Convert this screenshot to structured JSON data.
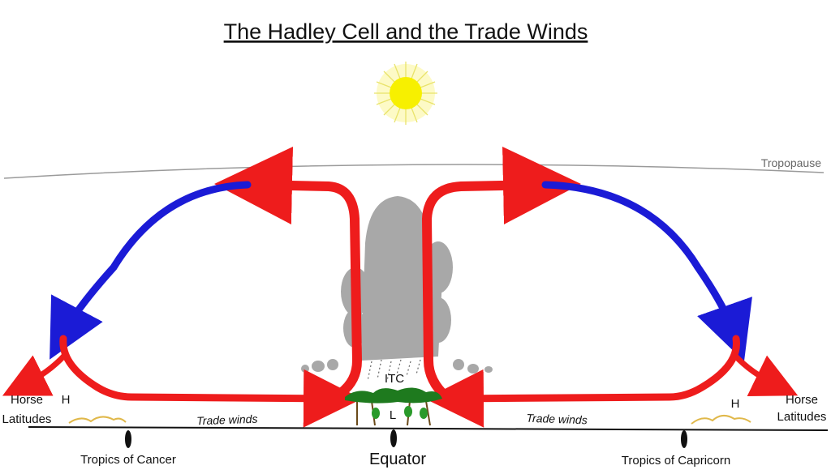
{
  "title": "The Hadley Cell and the Trade Winds",
  "labels": {
    "tropopause": "Tropopause",
    "horse_latitudes_left": [
      "Horse",
      "Latitudes"
    ],
    "horse_latitudes_right": [
      "Horse",
      "Latitudes"
    ],
    "high_left": "H",
    "high_right": "H",
    "low": "L",
    "itc": "ITC",
    "trade_winds_left": "Trade winds",
    "trade_winds_right": "Trade winds",
    "tropic_cancer": "Tropics of Cancer",
    "equator": "Equator",
    "tropic_capricorn": "Tropics of Capricorn"
  },
  "colors": {
    "rising_air": "#ee1c1c",
    "cooling_air": "#1b1bd6",
    "sun": "#f7f000",
    "cloud": "#a8a8a8",
    "trees": "#1e7a1e",
    "desert": "#e0b84a",
    "tropopause_line": "#9a9a9a"
  },
  "icons": [
    "sun-icon",
    "cloud-icon",
    "rain-icon",
    "tree-icon",
    "desert-icon",
    "marker-icon"
  ]
}
